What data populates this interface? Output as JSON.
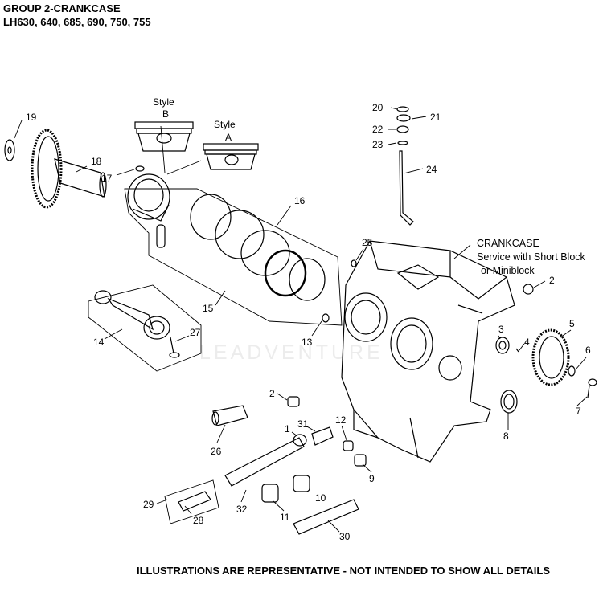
{
  "header": {
    "title": "GROUP 2-CRANKCASE",
    "models": "LH630, 640, 685, 690, 750, 755"
  },
  "style_labels": {
    "style_word_b": "Style",
    "style_b": "B",
    "style_word_a": "Style",
    "style_a": "A"
  },
  "crankcase_note": {
    "title": "CRANKCASE",
    "line1": "Service with Short Block",
    "line2": "or Miniblock"
  },
  "callouts": [
    "19",
    "18",
    "17",
    "16",
    "15",
    "14",
    "27",
    "13",
    "25",
    "2",
    "3",
    "4",
    "5",
    "6",
    "7",
    "8",
    "20",
    "21",
    "22",
    "23",
    "24",
    "2",
    "12",
    "1",
    "31",
    "26",
    "9",
    "10",
    "11",
    "29",
    "28",
    "32",
    "30"
  ],
  "watermark": "LEADVENTURE",
  "footer": "ILLUSTRATIONS ARE REPRESENTATIVE - NOT INTENDED TO SHOW ALL DETAILS"
}
